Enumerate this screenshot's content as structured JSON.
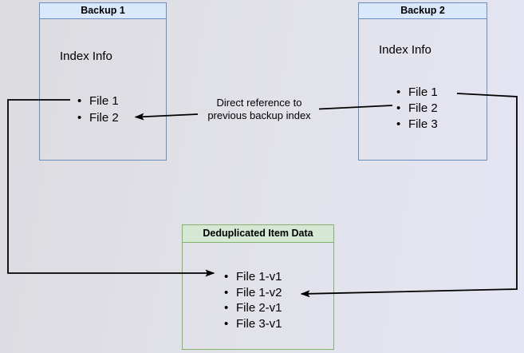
{
  "diagram": {
    "backup1": {
      "title": "Backup 1",
      "body_label": "Index Info",
      "items": [
        "File 1",
        "File 2"
      ]
    },
    "backup2": {
      "title": "Backup 2",
      "body_label": "Index Info",
      "items": [
        "File 1",
        "File 2",
        "File 3"
      ]
    },
    "dedup": {
      "title": "Deduplicated Item Data",
      "items": [
        "File 1-v1",
        "File 1-v2",
        "File 2-v1",
        "File 3-v1"
      ]
    },
    "annotation": {
      "line1": "Direct reference to",
      "line2": "previous backup index"
    },
    "colors": {
      "backup_header_fill": "#dae8fc",
      "backup_border": "#6c8ebf",
      "dedup_header_fill": "#d5e8d4",
      "dedup_border": "#82b366",
      "arrow": "#000000",
      "background_left": "#dcdbe0",
      "background_right": "#e4e5f4"
    }
  }
}
